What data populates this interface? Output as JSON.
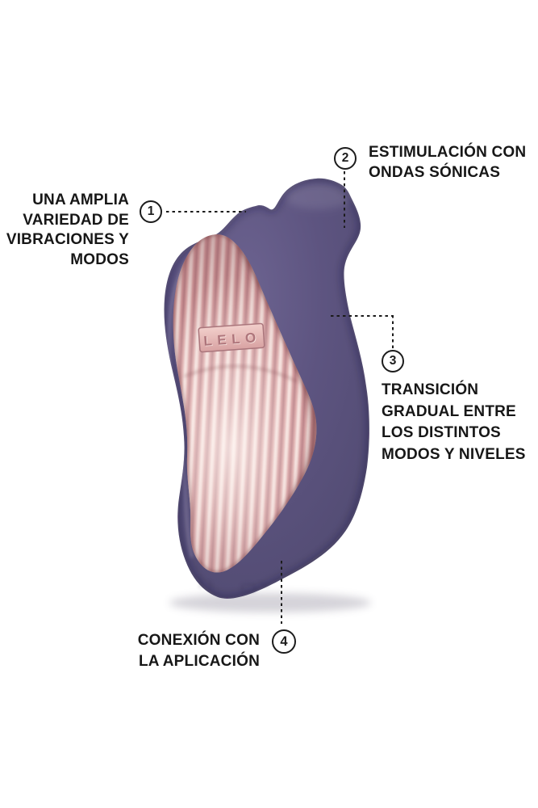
{
  "page": {
    "background_color": "#ffffff",
    "line_color": "#1c1c1c",
    "text_color": "#171717"
  },
  "product": {
    "brand": "LELO",
    "body_color": "#5d5480",
    "face_light_color": "#f6e3df",
    "face_dark_color": "#b87e84"
  },
  "callouts": [
    {
      "number": "1",
      "lines": [
        "UNA AMPLIA",
        "VARIEDAD DE",
        "VIBRACIONES Y",
        "MODOS"
      ]
    },
    {
      "number": "2",
      "lines": [
        "ESTIMULACIÓN CON",
        "ONDAS SÓNICAS"
      ]
    },
    {
      "number": "3",
      "lines": [
        "TRANSICIÓN",
        "GRADUAL ENTRE",
        "LOS DISTINTOS",
        "MODOS Y NIVELES"
      ]
    },
    {
      "number": "4",
      "lines": [
        "CONEXIÓN CON",
        "LA APLICACIÓN"
      ]
    }
  ]
}
